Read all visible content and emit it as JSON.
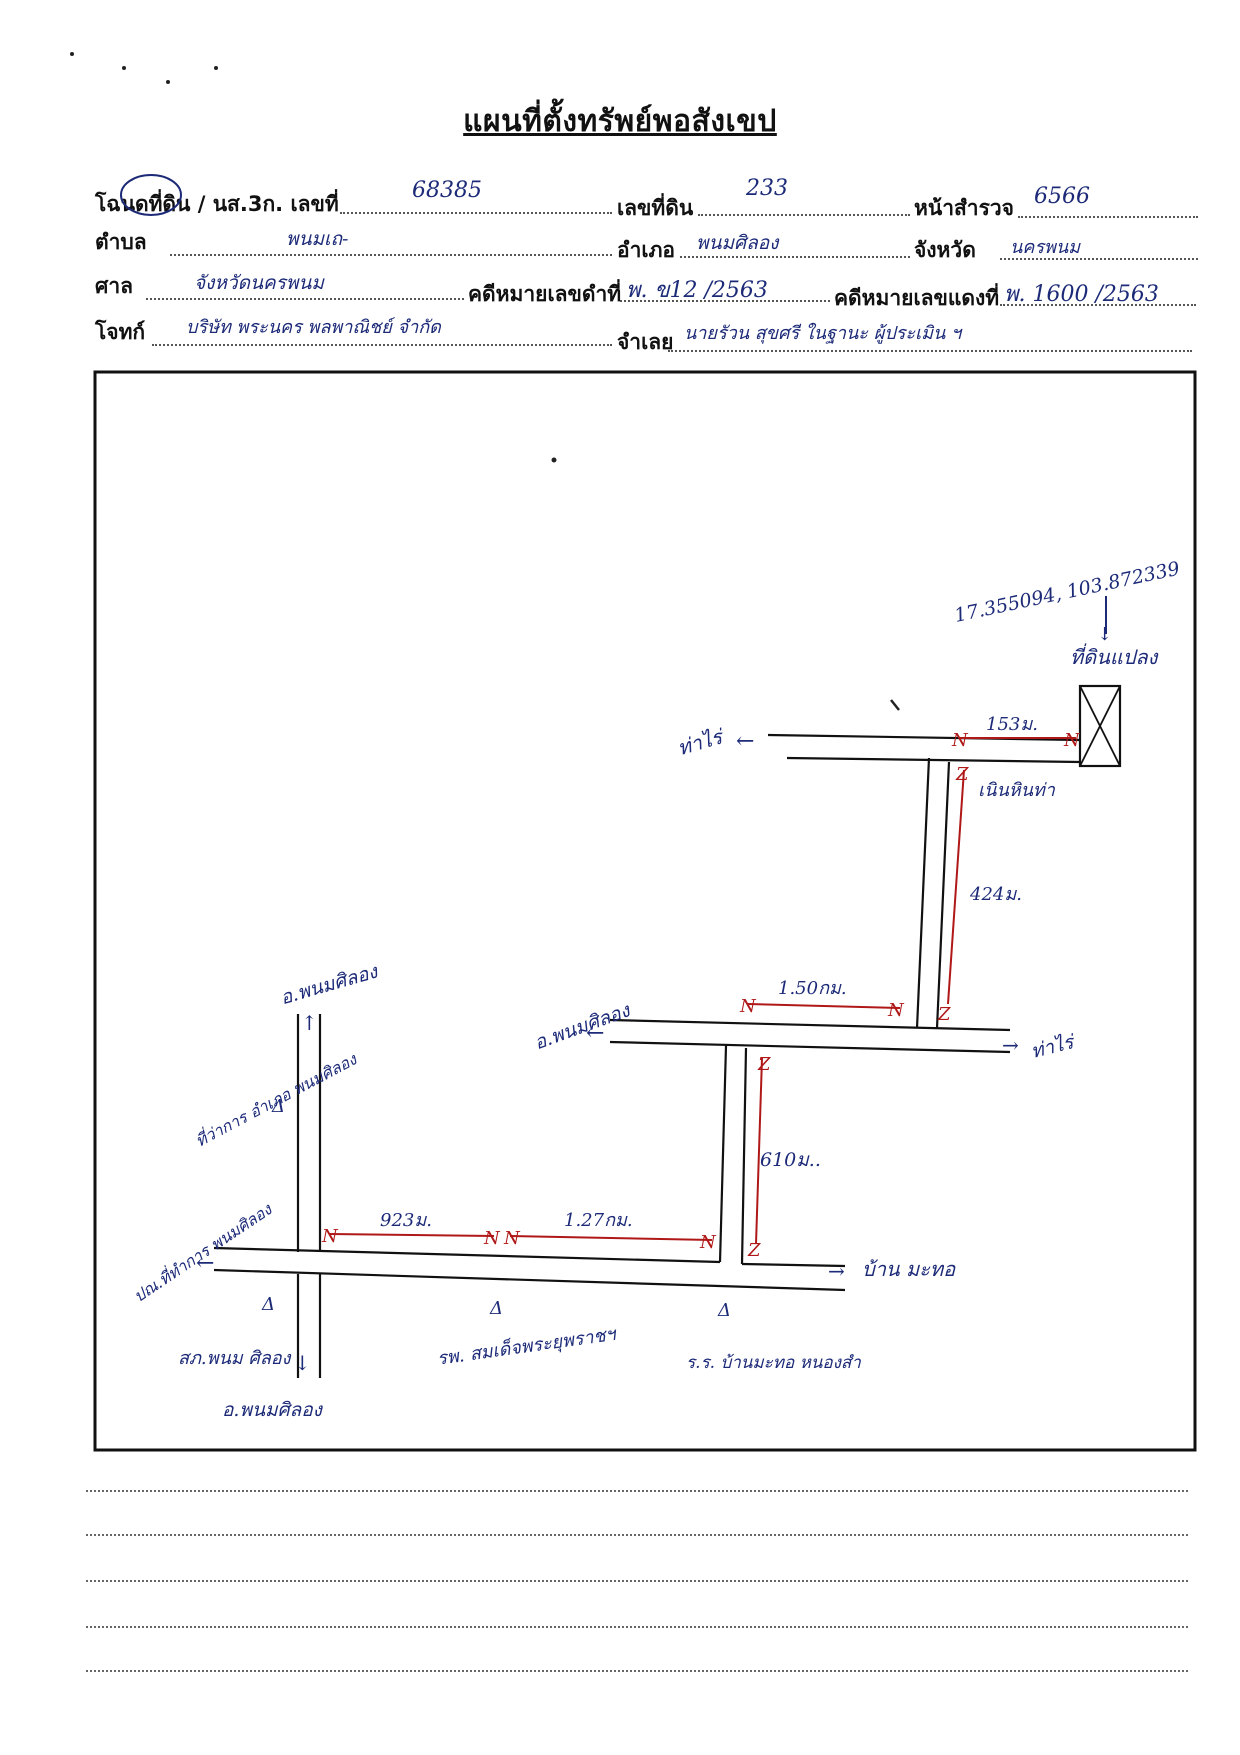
{
  "title": "แผนที่ตั้งทรัพย์พอสังเขป",
  "form": {
    "deed_label": "โฉนดที่ดิน / นส.3ก. เลขที่",
    "deed_number": "68385",
    "land_no_label": "เลขที่ดิน",
    "land_no": "233",
    "survey_page_label": "หน้าสำรวจ",
    "survey_page": "6566",
    "subdistrict_label": "ตำบล",
    "subdistrict": "พนมเถ-",
    "district_label": "อำเภอ",
    "district": "พนมศิลอง",
    "province_label": "จังหวัด",
    "province": "นครพนม",
    "court_label": "ศาล",
    "court": "จังหวัดนครพนม",
    "black_case_label": "คดีหมายเลขดำที่",
    "black_case": "พ. ข12 /2563",
    "red_case_label": "คดีหมายเลขแดงที่",
    "red_case": "พ. 1600 /2563",
    "plaintiff_label": "โจทก์",
    "plaintiff": "บริษัท พระนคร พลพาณิชย์ จำกัด",
    "defendant_label": "จำเลย",
    "defendant": "นายรัวน สุขศรี  ในฐานะ ผู้ประเมิน ฯ",
    "title_circle": "handwritten circle around deed label"
  },
  "map": {
    "gps": "17.355094, 103.872339",
    "property_label": "ที่ดินแปลง",
    "to_tapi_top": "ท่าไร่",
    "to_tapi_mid": "ท่าไร่",
    "dist_153": "153ม.",
    "land_label": "เนินหินท่า",
    "dist_424": "424ม.",
    "dist_150": "1.50กม.",
    "to_phon_mid": "อ.พนมศิลอง",
    "to_phon_top": "อ.พนมศิลอง",
    "dist_610": "610ม..",
    "dist_923": "923ม.",
    "dist_127": "1.27กม.",
    "to_ban_matao": "บ้าน มะทอ",
    "district_office": "ที่ว่าการ อำเภอ พนมศิลอง",
    "post_office": "ปณ.ที่ทำการ พนมศิลอง",
    "police": "สภ.พนม ศิลอง",
    "hospital": "รพ. สมเด็จพระยุพราชฯ",
    "school": "ร.ร. บ้านมะทอ หนองสำ",
    "to_phon_bottom": "อ.พนมศิลอง",
    "mark_n": "N",
    "mark_z": "Z",
    "triangle": "Δ"
  },
  "colors": {
    "ink": "#1c2a78",
    "red": "#b01818",
    "line": "#111111"
  }
}
